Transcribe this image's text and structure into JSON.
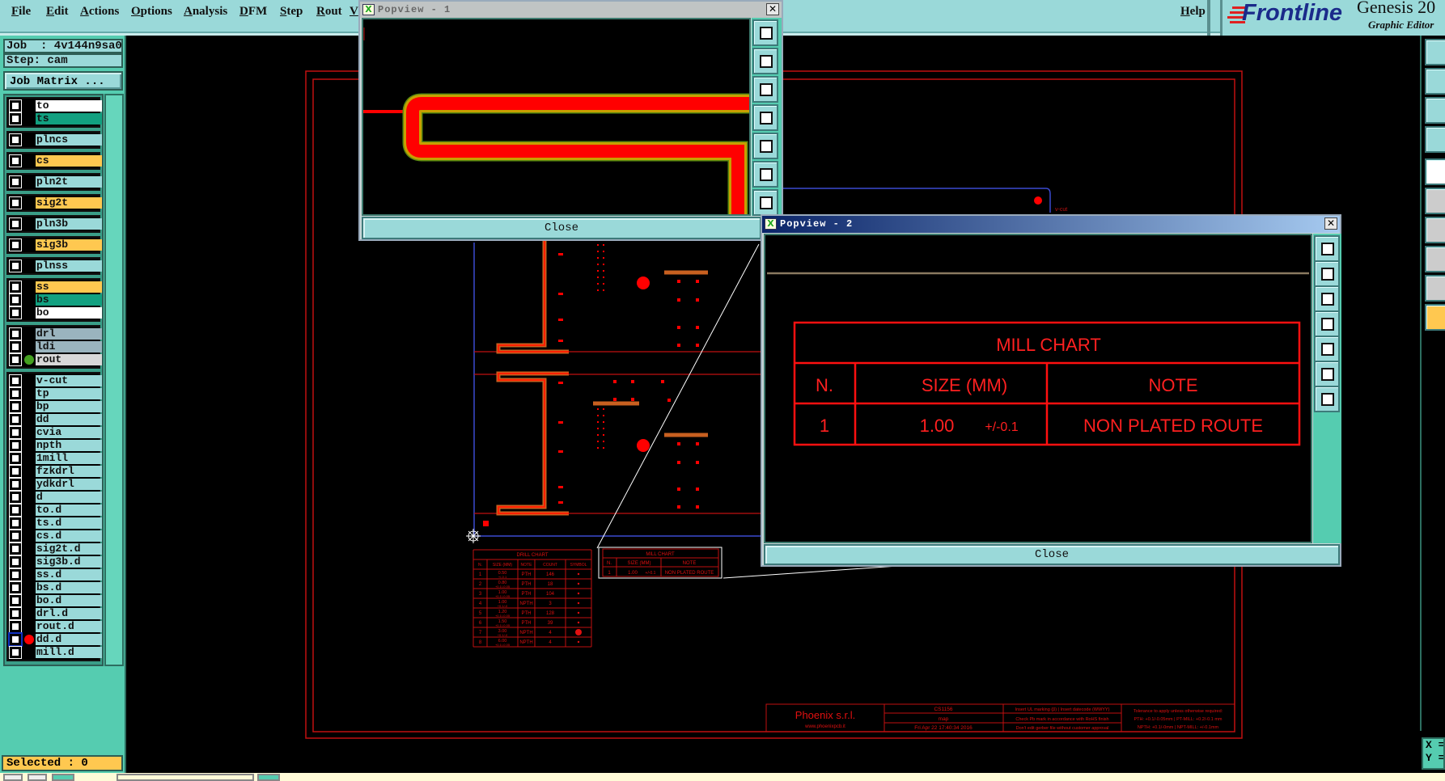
{
  "menu": {
    "items": [
      "File",
      "Edit",
      "Actions",
      "Options",
      "Analysis",
      "DFM",
      "Step",
      "Rout",
      "V"
    ],
    "help": "Help"
  },
  "logo": {
    "brand": "Frontline",
    "product": "Genesis 20",
    "subtitle": "Graphic Editor"
  },
  "job": {
    "job_label": "Job  : 4v144n9sa0",
    "step_label": "Step: cam",
    "matrix_button": "Job Matrix ..."
  },
  "layers": [
    [
      {
        "name": "to",
        "color": "#ffffff"
      },
      {
        "name": "ts",
        "color": "#12a080"
      }
    ],
    [
      {
        "name": "plncs",
        "color": "#9ad9d9"
      }
    ],
    [
      {
        "name": "cs",
        "color": "#ffc850"
      }
    ],
    [
      {
        "name": "pln2t",
        "color": "#9ad9d9"
      }
    ],
    [
      {
        "name": "sig2t",
        "color": "#ffc850"
      }
    ],
    [
      {
        "name": "pln3b",
        "color": "#9ad9d9"
      }
    ],
    [
      {
        "name": "sig3b",
        "color": "#ffc850"
      }
    ],
    [
      {
        "name": "plnss",
        "color": "#9ad9d9"
      }
    ],
    [
      {
        "name": "ss",
        "color": "#ffc850"
      },
      {
        "name": "bs",
        "color": "#12a080"
      },
      {
        "name": "bo",
        "color": "#ffffff"
      }
    ],
    [
      {
        "name": "drl",
        "color": "#9ab4be"
      },
      {
        "name": "ldi",
        "color": "#9ab4be"
      },
      {
        "name": "rout",
        "color": "#d8d8d8",
        "dot": "#44a020"
      }
    ],
    [
      {
        "name": "v-cut",
        "color": "#9ad9d9"
      },
      {
        "name": "tp",
        "color": "#9ad9d9"
      },
      {
        "name": "bp",
        "color": "#9ad9d9"
      },
      {
        "name": "dd",
        "color": "#9ad9d9"
      },
      {
        "name": "cvia",
        "color": "#9ad9d9"
      },
      {
        "name": "npth",
        "color": "#9ad9d9"
      },
      {
        "name": "1mill",
        "color": "#9ad9d9"
      },
      {
        "name": "fzkdrl",
        "color": "#9ad9d9"
      },
      {
        "name": "ydkdrl",
        "color": "#9ad9d9"
      },
      {
        "name": "d",
        "color": "#9ad9d9"
      },
      {
        "name": "to.d",
        "color": "#9ad9d9"
      },
      {
        "name": "ts.d",
        "color": "#9ad9d9"
      },
      {
        "name": "cs.d",
        "color": "#9ad9d9"
      },
      {
        "name": "sig2t.d",
        "color": "#9ad9d9"
      },
      {
        "name": "sig3b.d",
        "color": "#9ad9d9"
      },
      {
        "name": "ss.d",
        "color": "#9ad9d9"
      },
      {
        "name": "bs.d",
        "color": "#9ad9d9"
      },
      {
        "name": "bo.d",
        "color": "#9ad9d9"
      },
      {
        "name": "drl.d",
        "color": "#9ad9d9"
      },
      {
        "name": "rout.d",
        "color": "#9ad9d9"
      },
      {
        "name": "dd.d",
        "color": "#9ad9d9",
        "dot": "#ff0000",
        "active": true
      },
      {
        "name": "mill.d",
        "color": "#9ad9d9"
      }
    ]
  ],
  "status": {
    "selected": "Selected : 0",
    "x_label": "X =",
    "y_label": "Y ="
  },
  "popview1": {
    "title": "Popview - 1",
    "close": "Close"
  },
  "popview2": {
    "title": "Popview - 2",
    "close": "Close"
  },
  "mill_chart": {
    "title": "MILL CHART",
    "headers": [
      "N.",
      "SIZE (MM)",
      "NOTE"
    ],
    "row": {
      "n": "1",
      "size": "1.00",
      "tol": "+/-0.1",
      "note": "NON PLATED ROUTE"
    }
  },
  "drill_chart": {
    "title": "DRILL CHART",
    "headers": [
      "N.",
      "SIZE (MM)",
      "NOTE",
      "COUNT",
      "SYMBOL"
    ],
    "rows": [
      [
        "1",
        "0.50",
        "+/-0.1",
        "PTH",
        "146"
      ],
      [
        "2",
        "0.80",
        "+0.1/-0.05",
        "PTH",
        "18"
      ],
      [
        "3",
        "1.00",
        "+0.1/-0.05",
        "PTH",
        "104"
      ],
      [
        "4",
        "1.00",
        "+0.1/-0",
        "NPTH",
        "3"
      ],
      [
        "5",
        "1.20",
        "+0.1/-0.05",
        "PTH",
        "128"
      ],
      [
        "6",
        "1.50",
        "+0.1/-0.05",
        "PTH",
        "39"
      ],
      [
        "7",
        "3.00",
        "+0.1/-0",
        "NPTH",
        "4"
      ],
      [
        "8",
        "6.00",
        "+0.1/-0.05",
        "NPTH",
        "4"
      ]
    ]
  },
  "title_block": {
    "company": "Phoenix s.r.l.",
    "website": "www.phoenixpcb.it",
    "code": "CS1156",
    "layer": "map",
    "date": "Fri Apr 22 17:40:34 2016",
    "notes": [
      "Insert UL marking (β) | Insert datecode (WWYY)",
      "Check Pb mark in accordance with RoHS finish",
      "Don't edit gerber file without customer approval"
    ],
    "tolerance": [
      "Tolerance to apply unless otherwise required:",
      "PTH: +0.1/-0.05mm | PT-MILL: +0.2/-0.1 mm",
      "NPTH: +0.1/-0mm | NPT-MILL: +/-0.1mm"
    ]
  },
  "board_label": "v-cut",
  "colors": {
    "accent": "#ff0000",
    "panel": "#55ccb0",
    "menu": "#9ad9d9"
  }
}
